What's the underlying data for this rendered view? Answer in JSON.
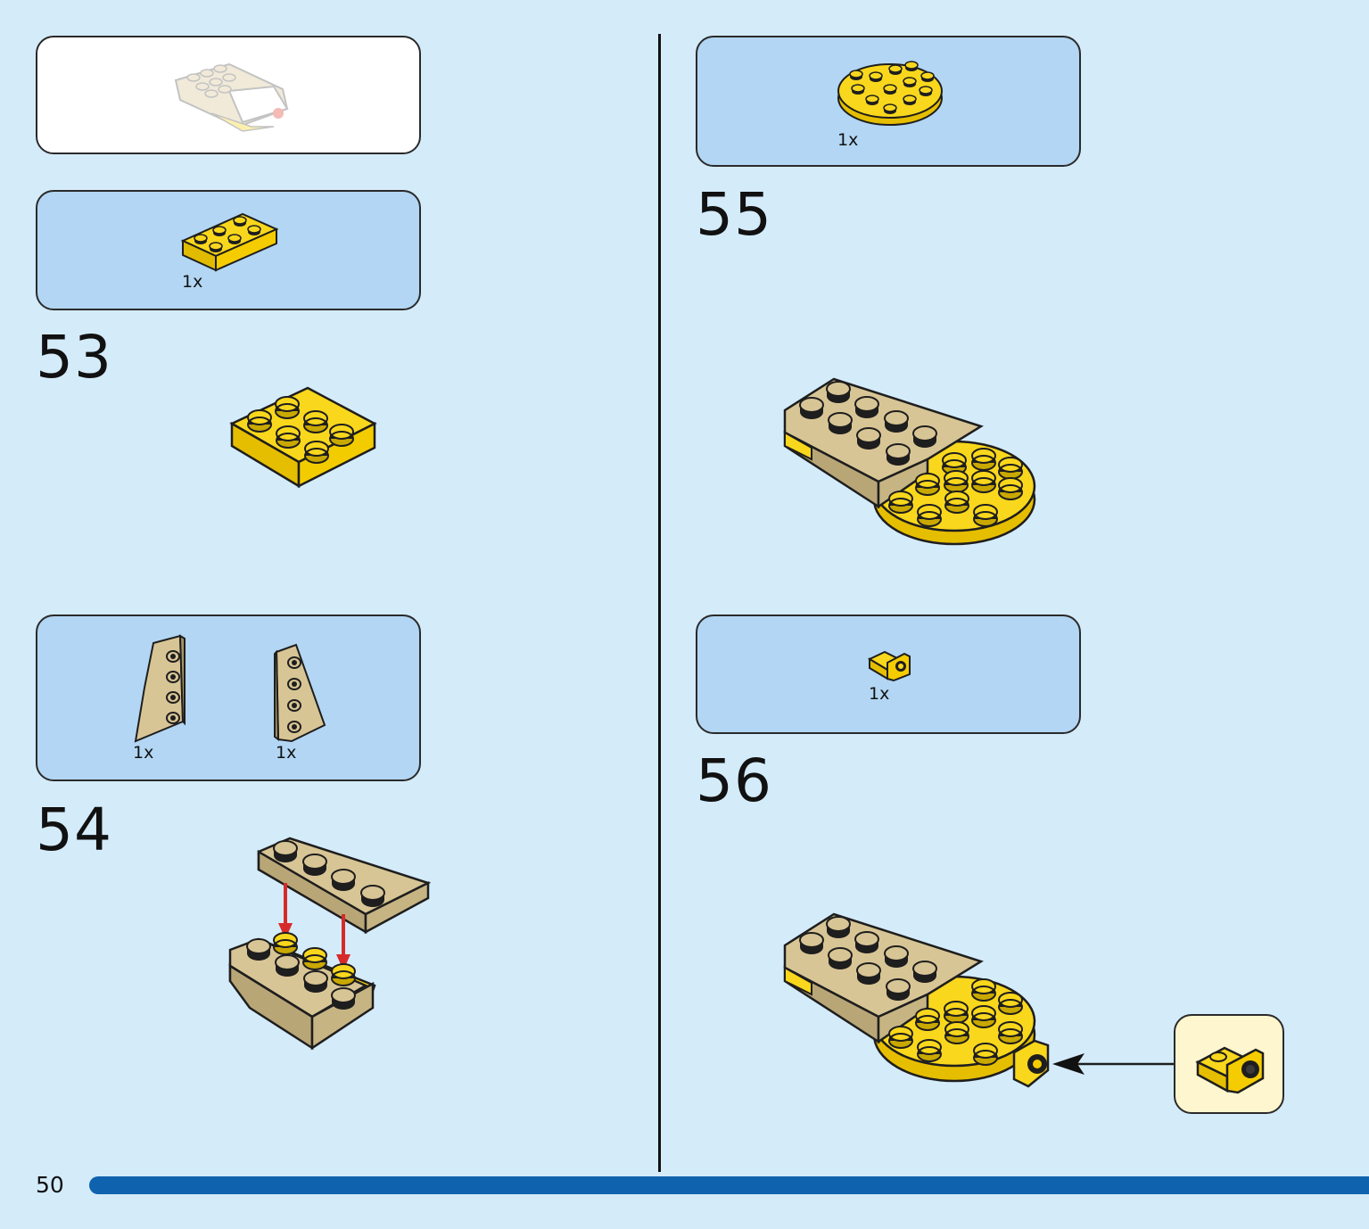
{
  "page": {
    "number": "50"
  },
  "left_column": {
    "context_panel": {
      "description": "previous assembly preview"
    },
    "step_53": {
      "number": "53",
      "parts": [
        {
          "qty": "1x",
          "part": "yellow-plate-2x3"
        }
      ]
    },
    "step_54": {
      "number": "54",
      "parts": [
        {
          "qty": "1x",
          "part": "tan-wing-plate-left"
        },
        {
          "qty": "1x",
          "part": "tan-wing-plate-right"
        }
      ]
    }
  },
  "right_column": {
    "step_55": {
      "number": "55",
      "parts": [
        {
          "qty": "1x",
          "part": "yellow-round-plate-4x4"
        }
      ]
    },
    "step_56": {
      "number": "56",
      "parts": [
        {
          "qty": "1x",
          "part": "yellow-bracket-with-stud"
        }
      ]
    }
  },
  "colors": {
    "background": "#d4ebfa",
    "parts_panel": "#b2d6f3",
    "yellow": "#f9d71c",
    "tan": "#d8c595",
    "arrow_red": "#d62a2a",
    "bar_blue": "#0f62ae",
    "callout": "#fdf6cf"
  }
}
